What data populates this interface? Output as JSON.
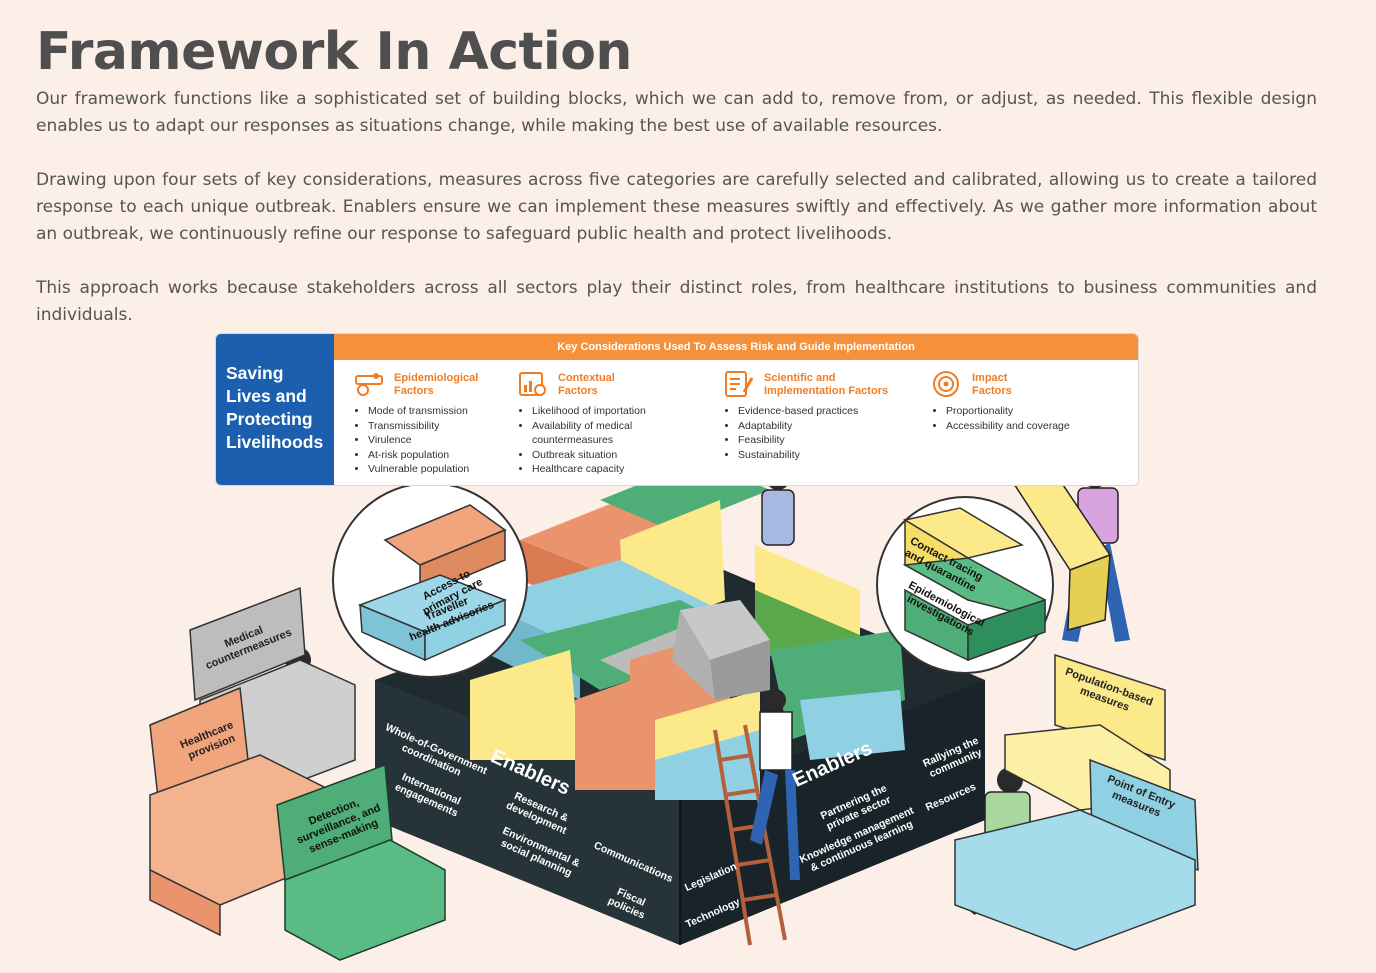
{
  "page": {
    "title": "Framework In Action",
    "paragraphs": [
      "Our framework functions like a sophisticated set of building blocks, which we can add to, remove from, or adjust, as needed. This flexible design enables us to adapt our responses as situations change, while making the best use of available resources.",
      "Drawing upon four sets of key considerations, measures across five categories are carefully selected and calibrated, allowing us to create a tailored response to each unique outbreak. Enablers ensure we can implement these measures swiftly and effectively. As we gather more information about an outbreak, we continuously refine our response to safeguard public health and protect livelihoods.",
      "This approach works because stakeholders across all sectors play their distinct roles, from healthcare institutions to business communities and individuals."
    ]
  },
  "panel": {
    "side_title": [
      "Saving",
      "Lives and",
      "Protecting",
      "Livelihoods"
    ],
    "header": "Key Considerations Used To Assess Risk and Guide Implementation",
    "factors": [
      {
        "name": [
          "Epidemiological",
          "Factors"
        ],
        "icon": "epidemiology-icon",
        "items": [
          "Mode of transmission",
          "Transmissibility",
          "Virulence",
          "At-risk population",
          "Vulnerable population"
        ]
      },
      {
        "name": [
          "Contextual",
          "Factors"
        ],
        "icon": "context-chart-icon",
        "items": [
          "Likelihood of importation",
          "Availability of medical countermeasures",
          "Outbreak situation",
          "Healthcare capacity"
        ]
      },
      {
        "name": [
          "Scientific and",
          "Implementation Factors"
        ],
        "icon": "science-checklist-icon",
        "items": [
          "Evidence-based practices",
          "Adaptability",
          "Feasibility",
          "Sustainability"
        ]
      },
      {
        "name": [
          "Impact",
          "Factors"
        ],
        "icon": "impact-target-icon",
        "items": [
          "Proportionality",
          "Accessibility and coverage"
        ]
      }
    ]
  },
  "illustration": {
    "callout_left": [
      "Access to",
      "primary care",
      "Traveller",
      "health advisories"
    ],
    "callout_right": [
      "Contact tracing",
      "and quarantine",
      "Epidemiological",
      "investigations"
    ],
    "boxes": {
      "medical": [
        "Medical",
        "countermeasures"
      ],
      "healthcare": [
        "Healthcare",
        "provision"
      ],
      "detection": [
        "Detection,",
        "surveillance, and",
        "sense-making"
      ],
      "population": [
        "Population-based",
        "measures"
      ],
      "poe": [
        "Point of Entry",
        "measures"
      ]
    },
    "enablers_left": {
      "heading": "Enablers",
      "items": [
        [
          "Whole-of-Government",
          "coordination"
        ],
        [
          "International",
          "engagements"
        ],
        [
          "Research &",
          "development"
        ],
        [
          "Environmental &",
          "social planning"
        ],
        [
          "Communications"
        ],
        [
          "Fiscal",
          "policies"
        ]
      ]
    },
    "enablers_right": {
      "heading": "Enablers",
      "items": [
        [
          "Legislation"
        ],
        [
          "Technology"
        ],
        [
          "Partnering the",
          "private sector"
        ],
        [
          "Knowledge management",
          "& continuous learning"
        ],
        [
          "Rallying the",
          "community"
        ],
        [
          "Resources"
        ]
      ]
    },
    "colors": {
      "orange": "#f5913a",
      "blue": "#1c5fae",
      "green": "#4fae78",
      "yellow": "#fbe98a",
      "lightblue": "#8fd0e2",
      "salmon": "#e9946c",
      "dark": "#1f2b2f"
    }
  }
}
